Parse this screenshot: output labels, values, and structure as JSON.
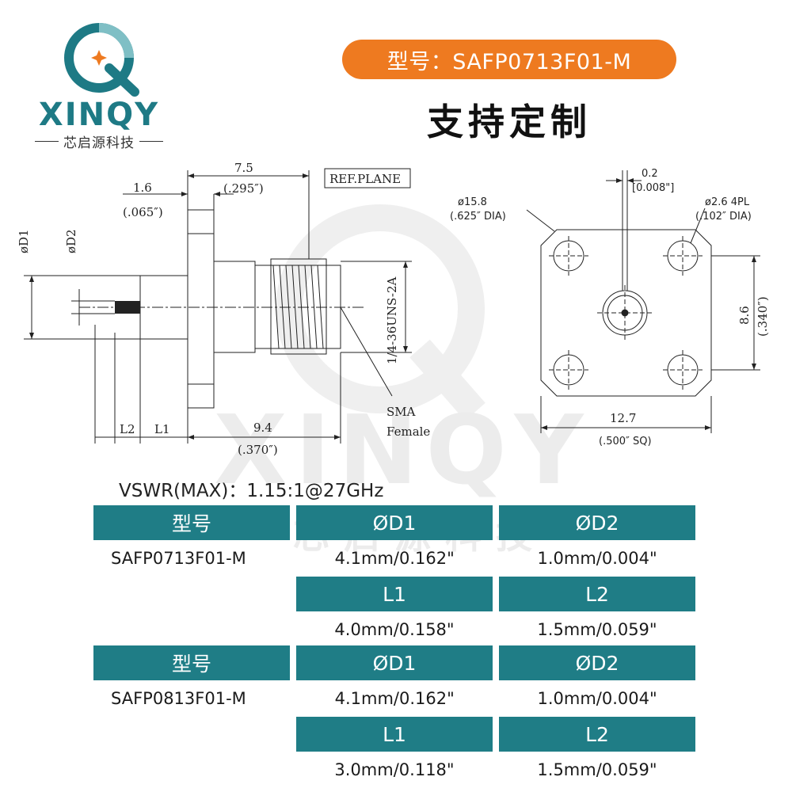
{
  "brand": {
    "name": "XINQY",
    "tagline": "芯启源科技",
    "primary_color": "#1e7a85",
    "accent_color": "#ee7a20"
  },
  "header": {
    "model_label": "型号：SAFP0713F01-M",
    "custom_label": "支持定制"
  },
  "drawing_labels": {
    "side": {
      "dim_7_5": "7.5",
      "dim_295": "(.295″)",
      "dim_1_6": "1.6",
      "dim_065": "(.065″)",
      "ref_plane": "REF.PLANE",
      "d1": "øD1",
      "d2": "øD2",
      "thread": "1/4-36UNS-2A",
      "sma": "SMA",
      "female": "Female",
      "l2": "L2",
      "l1": "L1",
      "dim_9_4": "9.4",
      "dim_370": "(.370″)"
    },
    "front": {
      "dim_0_2": "0.2",
      "dim_008": "[0.008\"]",
      "dia_15_8": "ø15.8",
      "dia_625": "(.625″  DIA)",
      "dia_2_6": "ø2.6  4PL",
      "dia_102": "(.102″  DIA)",
      "dim_8_6": "8.6",
      "dim_340": "(.340″)",
      "dim_12_7": "12.7",
      "dim_500": "(.500″  SQ)"
    }
  },
  "vswr": "VSWR(MAX)：1.15:1@27GHz",
  "specs": [
    {
      "headers1": [
        "型号",
        "ØD1",
        "ØD2"
      ],
      "values1": [
        "SAFP0713F01-M",
        "4.1mm/0.162\"",
        "1.0mm/0.004\""
      ],
      "headers2": [
        "L1",
        "L2"
      ],
      "values2": [
        "4.0mm/0.158\"",
        "1.5mm/0.059\""
      ]
    },
    {
      "headers1": [
        "型号",
        "ØD1",
        "ØD2"
      ],
      "values1": [
        "SAFP0813F01-M",
        "4.1mm/0.162\"",
        "1.0mm/0.004\""
      ],
      "headers2": [
        "L1",
        "L2"
      ],
      "values2": [
        "3.0mm/0.118\"",
        "1.5mm/0.059\""
      ]
    }
  ],
  "watermark": {
    "name": "XINQY",
    "tagline": "芯启源科技"
  }
}
